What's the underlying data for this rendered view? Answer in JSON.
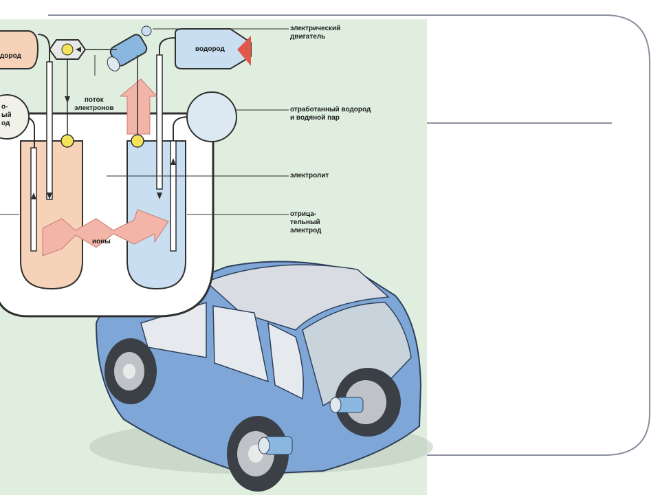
{
  "diagram": {
    "labels": {
      "electric_motor": "электрический\nдвигатель",
      "hydrogen_right": "водород",
      "hydrogen_left_partial": "дород",
      "electron_flow": "поток\nэлектронов",
      "spent_hydrogen": "отработанный водород\nи водяной пар",
      "electrolyte": "электролит",
      "negative_electrode": "отрица-\nтельный\nэлектрод",
      "ions": "ионы",
      "left_circle_partial": "о-\nый\nод"
    },
    "colors": {
      "diagram_bg": "#d9ead9",
      "left_chamber": "#f6d2b8",
      "right_chamber": "#c9def0",
      "ion_arrow": "#f2b5a8",
      "car_body": "#7ea6d6",
      "frame": "#8a8fa0",
      "red_marker": "#e0584a",
      "yellow_node": "#f4e35a"
    }
  }
}
